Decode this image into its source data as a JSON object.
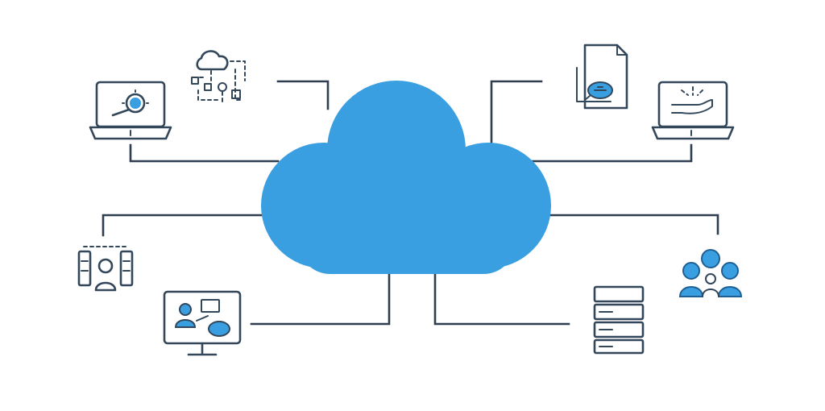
{
  "diagram": {
    "hub": {
      "icon": "cloud-icon",
      "color": "#3a9fe0"
    },
    "line_color": "#2e3e50",
    "icon_color": "#33475b",
    "accent": "#3a9fe0",
    "nodes": [
      {
        "name": "laptop-search",
        "icon": "laptop-magnifier-icon"
      },
      {
        "name": "cloud-network",
        "icon": "cloud-network-icon"
      },
      {
        "name": "document-chat",
        "icon": "document-chat-icon"
      },
      {
        "name": "laptop-hand",
        "icon": "laptop-hand-icon"
      },
      {
        "name": "user-servers",
        "icon": "user-servers-icon"
      },
      {
        "name": "monitor-user",
        "icon": "monitor-user-chat-icon"
      },
      {
        "name": "server-rack",
        "icon": "server-rack-icon"
      },
      {
        "name": "user-group",
        "icon": "user-group-icon"
      }
    ]
  }
}
